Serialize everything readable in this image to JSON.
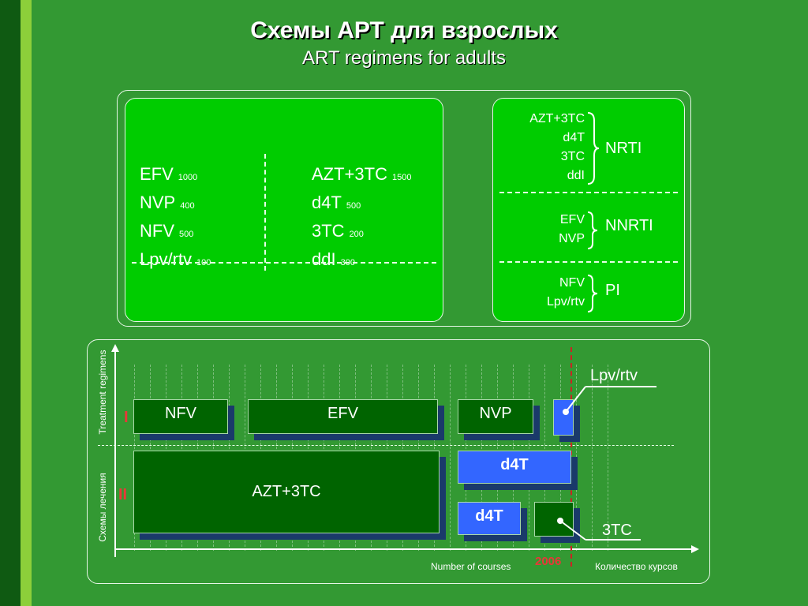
{
  "header": {
    "title": "Схемы АРТ для взрослых",
    "subtitle": "ART regimens for adults"
  },
  "top_panel": {
    "left_column": [
      {
        "name": "EFV",
        "dose": "1000"
      },
      {
        "name": "NVP",
        "dose": "400"
      },
      {
        "name": "NFV",
        "dose": "500"
      },
      {
        "name": "Lpv/rtv",
        "dose": "100"
      }
    ],
    "right_column": [
      {
        "name": "AZT+3TC",
        "dose": "1500"
      },
      {
        "name": "d4T",
        "dose": "500"
      },
      {
        "name": "3TC",
        "dose": "200"
      },
      {
        "name": "ddI",
        "dose": "300"
      }
    ]
  },
  "classes_panel": {
    "groups": [
      {
        "class": "NRTI",
        "drugs": [
          "AZT+3TC",
          "d4T",
          "3TC",
          "ddI"
        ]
      },
      {
        "class": "NNRTI",
        "drugs": [
          "EFV",
          "NVP"
        ]
      },
      {
        "class": "PI",
        "drugs": [
          "NFV",
          "Lpv/rtv"
        ]
      }
    ]
  },
  "timeline": {
    "y_label_en": "Treatment regimens",
    "y_label_ru": "Схемы лечения",
    "x_label_en": "Number of courses",
    "x_label_ru": "Количество курсов",
    "marker_year": "2006",
    "row_labels": [
      "I",
      "II"
    ],
    "bars": {
      "nfv": "NFV",
      "efv": "EFV",
      "nvp": "NVP",
      "azt": "AZT+3TC",
      "d4t_1": "d4T",
      "d4t_2": "d4T"
    },
    "callouts": {
      "lpv": "Lpv/rtv",
      "tc3": "3TC"
    }
  },
  "colors": {
    "background": "#339933",
    "panel": "#00cc00",
    "bar_green": "#006400",
    "bar_blue": "#3366ff",
    "accent_red": "#e83838"
  }
}
